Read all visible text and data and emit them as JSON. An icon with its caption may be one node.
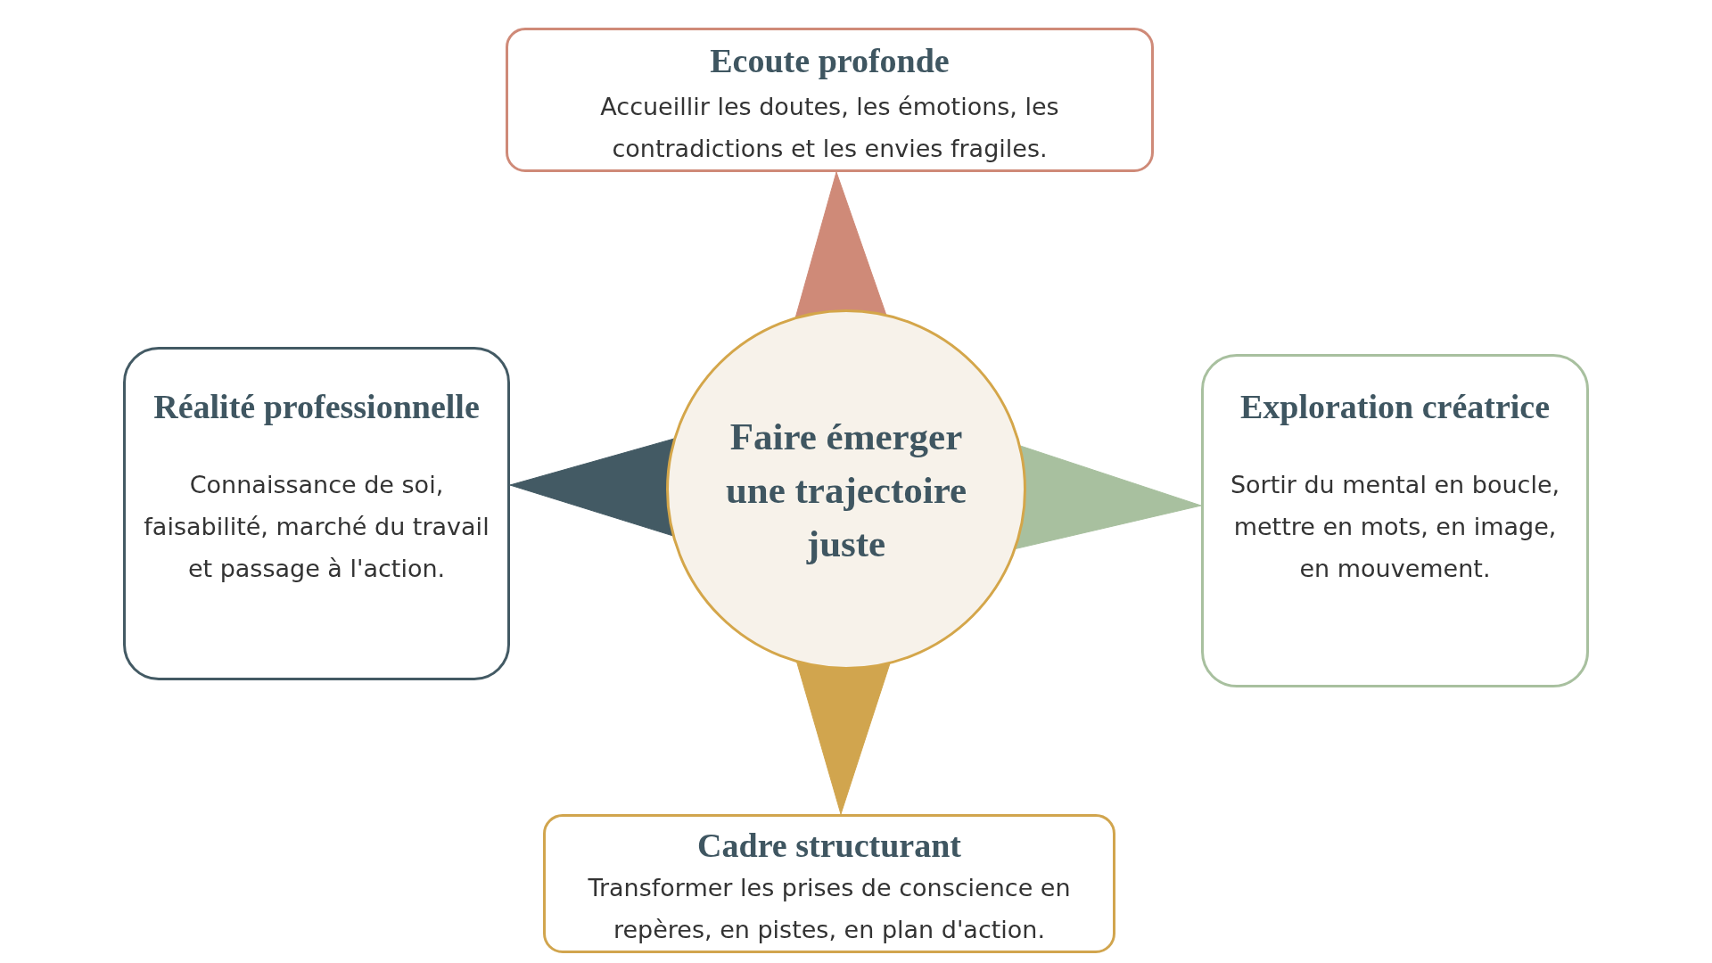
{
  "diagram": {
    "nodes": [
      {
        "text": [
          "Ecoute profonde",
          "Accueillir les doutes, les émotions, les contradictions et les envies fragiles."
        ]
      },
      {
        "text": [
          "Réalité professionnelle",
          "Connaissance de soi, faisabilité, marché du travail et passage à l'action."
        ]
      },
      {
        "text": [
          "Faire émerger une trajectoire juste"
        ]
      },
      {
        "text": [
          "Exploration créatrice",
          "Sortir du mental en boucle, mettre en mots, en image, en mouvement."
        ]
      },
      {
        "text": [
          "Cadre structurant",
          "Transformer les prises de conscience en repères, en pistes, en plan d'action."
        ]
      }
    ],
    "edges": [
      {
        "from": 2,
        "to": 0,
        "arrow": "to",
        "color": "#cf8a78"
      },
      {
        "from": 2,
        "to": 1,
        "arrow": "to",
        "color": "#435a64"
      },
      {
        "from": 2,
        "to": 3,
        "arrow": "to",
        "color": "#a8c09f"
      },
      {
        "from": 2,
        "to": 4,
        "arrow": "to",
        "color": "#d1a54e"
      }
    ]
  }
}
